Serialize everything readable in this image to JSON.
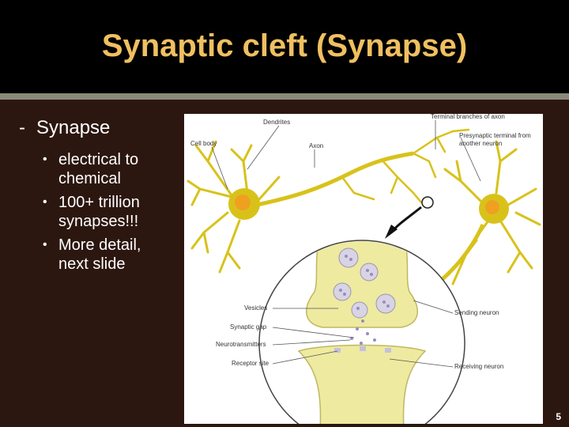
{
  "slide": {
    "title": "Synaptic cleft (Synapse)",
    "number": "5",
    "bullets": {
      "main": "Synapse",
      "items": [
        {
          "line1": "electrical to",
          "line2": "chemical"
        },
        {
          "line1": "100+ trillion",
          "line2": "synapses!!!"
        },
        {
          "line1": "More detail,",
          "line2": "next slide"
        }
      ]
    }
  },
  "figure": {
    "labels": {
      "dendrites": "Dendrites",
      "terminal_branches": "Terminal branches of axon",
      "cell_body": "Cell body",
      "axon": "Axon",
      "presynaptic_line1": "Presynaptic terminal from",
      "presynaptic_line2": "another neuron",
      "vesicles": "Vesicles",
      "synaptic_gap": "Synaptic gap",
      "neurotransmitters": "Neurotransmitters",
      "receptor_site": "Receptor site",
      "sending_neuron": "Sending neuron",
      "receiving_neuron": "Receiving neuron"
    },
    "colors": {
      "neuron": "#d8c21a",
      "nucleus": "#f0a020",
      "terminal": "#eeeaa0",
      "vesicle": "#d8d4e4"
    }
  }
}
